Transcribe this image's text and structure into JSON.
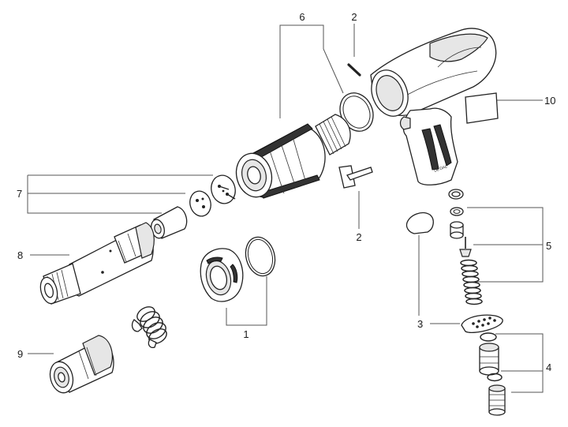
{
  "callouts": [
    {
      "id": "c6",
      "text": "6"
    },
    {
      "id": "c2a",
      "text": "2"
    },
    {
      "id": "c10",
      "text": "10"
    },
    {
      "id": "c7",
      "text": "7"
    },
    {
      "id": "c2b",
      "text": "2"
    },
    {
      "id": "c5",
      "text": "5"
    },
    {
      "id": "c8",
      "text": "8"
    },
    {
      "id": "c1",
      "text": "1"
    },
    {
      "id": "c3",
      "text": "3"
    },
    {
      "id": "c9",
      "text": "9"
    },
    {
      "id": "c4",
      "text": "4"
    }
  ],
  "housing_text": "DL DAL"
}
